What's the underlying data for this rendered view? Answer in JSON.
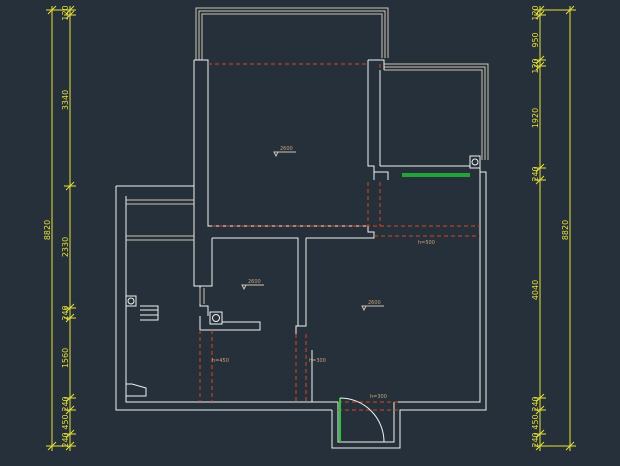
{
  "left_dims": {
    "total": "8820",
    "segments": [
      "120",
      "3340",
      "2330",
      "240",
      "1560",
      "240",
      "450",
      "240"
    ]
  },
  "right_dims": {
    "total": "8820",
    "segments": [
      "120",
      "950",
      "120",
      "1920",
      "240",
      "4040",
      "240",
      "450",
      "240"
    ]
  },
  "elevations": [
    "2600",
    "2600",
    "2600"
  ],
  "beam_labels": [
    "h=500",
    "h=450",
    "h=300",
    "h=300"
  ],
  "colors": {
    "background": "#25303b",
    "wall": "#f2f2f2",
    "beam": "#d9471f",
    "dimension": "#e7df3a",
    "window": "#23c93a",
    "elevation_text": "#c9a27a"
  }
}
